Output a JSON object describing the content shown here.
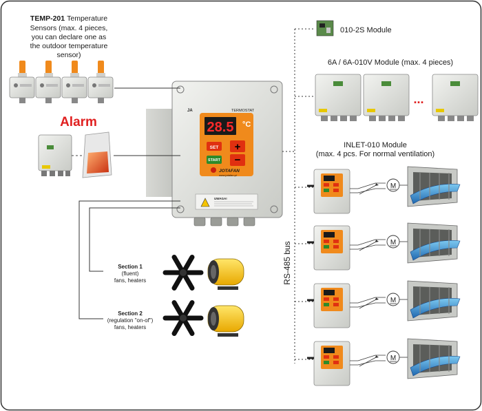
{
  "temp_sensors": {
    "model": "TEMP-201",
    "rest": "Temperature",
    "line2": "Sensors (max. 4 pieces,",
    "line3": "you can declare one as",
    "line4": "the outdoor temperature",
    "line5": "sensor)"
  },
  "alarm": {
    "label": "Alarm"
  },
  "module_010_2s": {
    "label": "010-2S Module"
  },
  "module_6a": {
    "label": "6A / 6A-010V Module (max. 4 pieces)",
    "ellipsis": "..."
  },
  "inlet": {
    "line1": "INLET-010 Module",
    "line2": "(max. 4 pcs. For normal ventilation)",
    "motor": "M"
  },
  "bus": {
    "label": "RS-485 bus"
  },
  "controller": {
    "title": "TERMOSTAT",
    "display": "28.5",
    "unit": "°C",
    "set": "SET",
    "plus": "+",
    "minus": "−",
    "start": "START",
    "brand": "JOTAFAN",
    "url": "www.jotafan.pl",
    "warning": "UWAGA!"
  },
  "section1": {
    "title": "Section 1",
    "line2": "(fluent)",
    "line3": "fans, heaters"
  },
  "section2": {
    "title": "Section 2",
    "line2": "(regulation \"on-of\")",
    "line3": "fans, heaters"
  },
  "colors": {
    "orange": "#f08a1c",
    "red": "#e02020",
    "display": "#1a1a1a",
    "blue": "#3a7fc0"
  }
}
